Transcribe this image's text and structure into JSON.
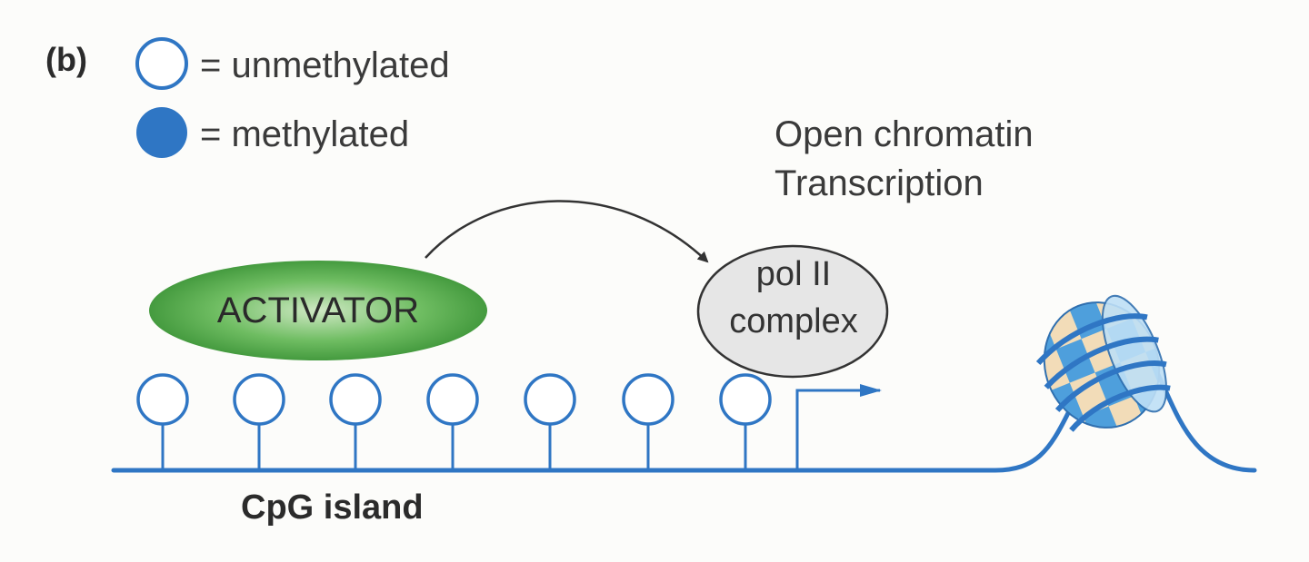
{
  "panel_label": "(b)",
  "legend": {
    "unmethylated": "= unmethylated",
    "methylated": "= methylated"
  },
  "chromatin_state": {
    "line1": "Open chromatin",
    "line2": "Transcription"
  },
  "activator": "ACTIVATOR",
  "pol_complex": {
    "line1": "pol II",
    "line2": "complex"
  },
  "cpg_label": "CpG island",
  "colors": {
    "dna_blue": "#2f76c4",
    "methyl_fill": "#2f76c4",
    "activator_green": "#3f9a3c",
    "pol_fill": "#e6e6e6",
    "histone_tan": "#f2dcb8",
    "histone_blue": "#4e9fdc",
    "text": "#3a3a3a"
  }
}
